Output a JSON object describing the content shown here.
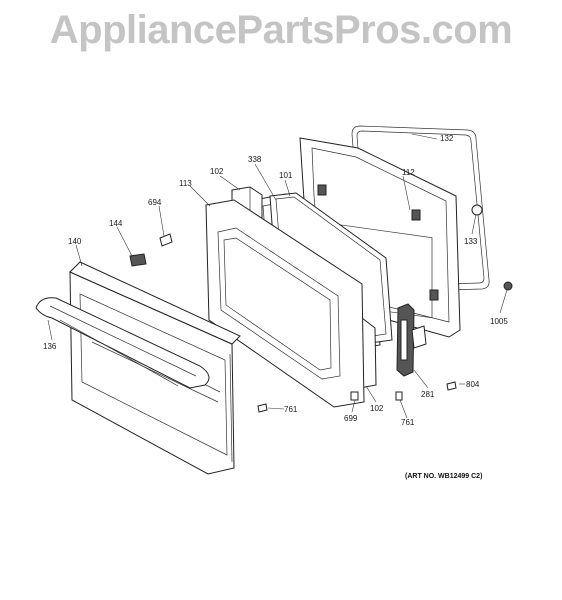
{
  "watermark": "AppliancePartsPros.com",
  "art_number": "(ART NO. WB12499 C2)",
  "callouts": [
    {
      "id": "132",
      "text": "132"
    },
    {
      "id": "338",
      "text": "338"
    },
    {
      "id": "101",
      "text": "101"
    },
    {
      "id": "112",
      "text": "112"
    },
    {
      "id": "102a",
      "text": "102"
    },
    {
      "id": "113",
      "text": "113"
    },
    {
      "id": "694",
      "text": "694"
    },
    {
      "id": "144",
      "text": "144"
    },
    {
      "id": "140",
      "text": "140"
    },
    {
      "id": "133",
      "text": "133"
    },
    {
      "id": "136",
      "text": "136"
    },
    {
      "id": "1005",
      "text": "1005"
    },
    {
      "id": "804",
      "text": "804"
    },
    {
      "id": "281",
      "text": "281"
    },
    {
      "id": "761a",
      "text": "761"
    },
    {
      "id": "699",
      "text": "699"
    },
    {
      "id": "102b",
      "text": "102"
    },
    {
      "id": "761b",
      "text": "761"
    }
  ]
}
